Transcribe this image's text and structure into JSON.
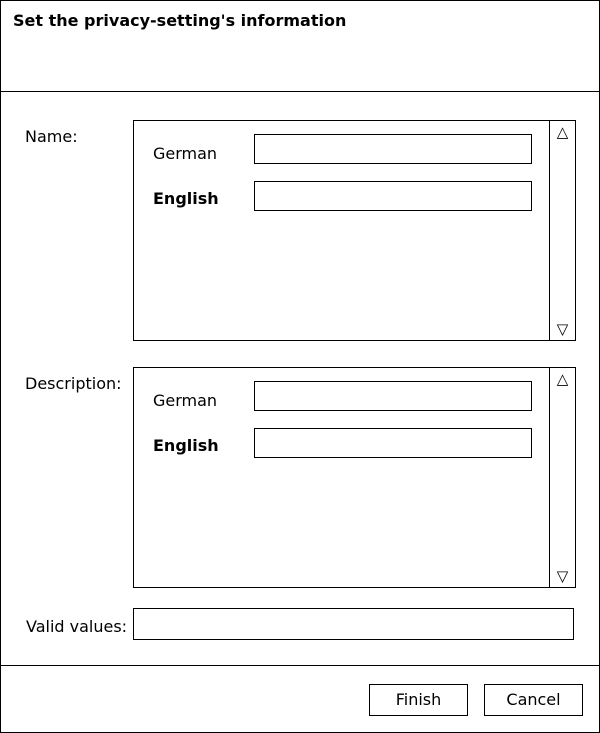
{
  "dialog": {
    "title": "Set the privacy-setting's information"
  },
  "name_section": {
    "label": "Name:",
    "rows": [
      {
        "language": "German",
        "value": ""
      },
      {
        "language": "English",
        "value": ""
      }
    ]
  },
  "description_section": {
    "label": "Description:",
    "rows": [
      {
        "language": "German",
        "value": ""
      },
      {
        "language": "English",
        "value": ""
      }
    ]
  },
  "valid_values": {
    "label": "Valid values:",
    "value": ""
  },
  "scrollbar": {
    "up_glyph": "△",
    "down_glyph": "▽",
    "up_icon": "scroll-up-arrow",
    "down_icon": "scroll-down-arrow"
  },
  "buttons": {
    "finish": "Finish",
    "cancel": "Cancel"
  }
}
